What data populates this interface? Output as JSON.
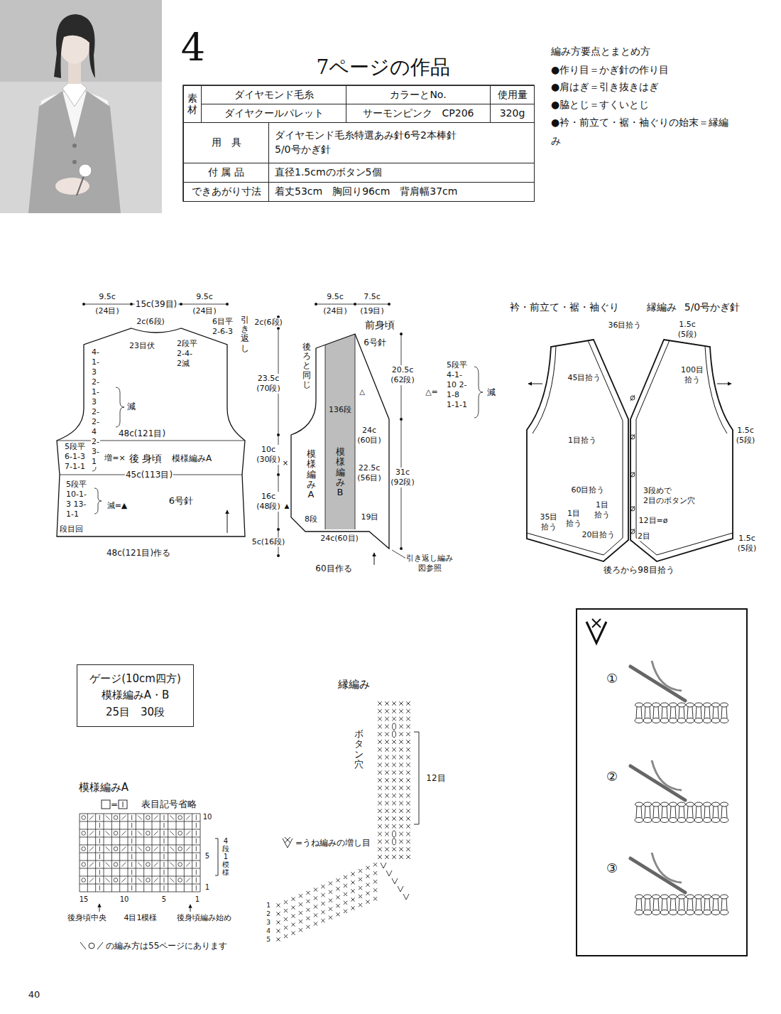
{
  "diagram": {
    "title": "7ページの作品",
    "nodes": [
      {
        "text": [
          "素材"
        ]
      },
      {
        "text": [
          "ダイヤモンド毛糸"
        ]
      },
      {
        "text": [
          "カラーとNo."
        ]
      },
      {
        "text": [
          "使用量"
        ]
      },
      {
        "text": [
          "ダイヤクールパレット"
        ]
      },
      {
        "text": [
          "サーモンピンク　CP206"
        ]
      },
      {
        "text": [
          "320g"
        ]
      },
      {
        "text": [
          "用　具"
        ]
      },
      {
        "text": [
          "ダイヤモンド毛糸特選あみ針6号2本棒針 5/0号かぎ針"
        ]
      },
      {
        "text": [
          "付 属 品"
        ]
      },
      {
        "text": [
          "直径1.5cmのボタン5個"
        ]
      },
      {
        "text": [
          "できあがり寸法"
        ]
      },
      {
        "text": [
          "着丈53cm　胸回り96cm　背肩幅37cm"
        ]
      },
      {
        "text": [
          "ゲージ(10cm四方)",
          "模様編みA・B",
          "25目　30段"
        ]
      }
    ],
    "labels": [
      "4",
      "編み方要点とまとめ方",
      "●作り目＝かぎ針の作り目",
      "●肩はぎ＝引き抜きはぎ",
      "●脇とじ＝すくいとじ",
      "●衿・前立て・裾・袖ぐりの始末＝縁編み",
      "9.5c",
      "(24目)",
      "15c(39目)",
      "9.5c",
      "(24目)",
      "2c(6段)",
      "6目平 2-6-3",
      "引き返し",
      "23目伏",
      "2段平 2-4-2減",
      "4-1-3 2-1-3 2-2-4 2-3-1",
      "減",
      "48c(121目)",
      "5段平 6-1-3 7-1-1",
      "増=×",
      "後 身頃",
      "模様編みA",
      "45c(113目)",
      "5段平 10-1-3 13-1-1",
      "減=▲",
      "6号針",
      "段目回",
      "48c(121目)作る",
      "9.5c",
      "(24目)",
      "7.5c",
      "(19目)",
      "前身頃",
      "6号針",
      "2c(6段)",
      "23.5c (70段)",
      "10c (30段)",
      "×",
      "16c (48段)",
      "▲",
      "5c(16段)",
      "後ろと同じ",
      "△",
      "136段",
      "模様編みA",
      "模様編みB",
      "8段",
      "19目",
      "24c (60目)",
      "22.5c (56目)",
      "24c(60目)",
      "60目作る",
      "引き返し編み 図参照",
      "20.5c (62段)",
      "31c (92段)",
      "5段平 4-1-10 2-1-8 1-1-1",
      "△=",
      "減",
      "衿・前立て・裾・袖ぐり",
      "縁編み",
      "5/0号かぎ針",
      "36目拾う",
      "1.5c (5段)",
      "45目拾う",
      "100目 拾う",
      "1目拾う",
      "1.5c (5段)",
      "60目拾う",
      "3段めで 2目のボタン穴",
      "1目 拾う",
      "35目 拾う",
      "1目 拾う",
      "12目=ø",
      "20目拾う",
      "2目",
      "1.5c (5段)",
      "後ろから98目拾う",
      "模様編みA",
      "=",
      "表目記号省略",
      "10",
      "5",
      "4段1模様",
      "1",
      "15",
      "10",
      "5",
      "1",
      "後身頃中央",
      "4目1模様",
      "後身頃編み始め",
      "の編み方は55ページにあります",
      "縁編み",
      "ボタン穴",
      "12目",
      "=うね編みの増し目",
      "1",
      "2",
      "3",
      "4",
      "5",
      "①",
      "②",
      "③",
      "40"
    ]
  }
}
